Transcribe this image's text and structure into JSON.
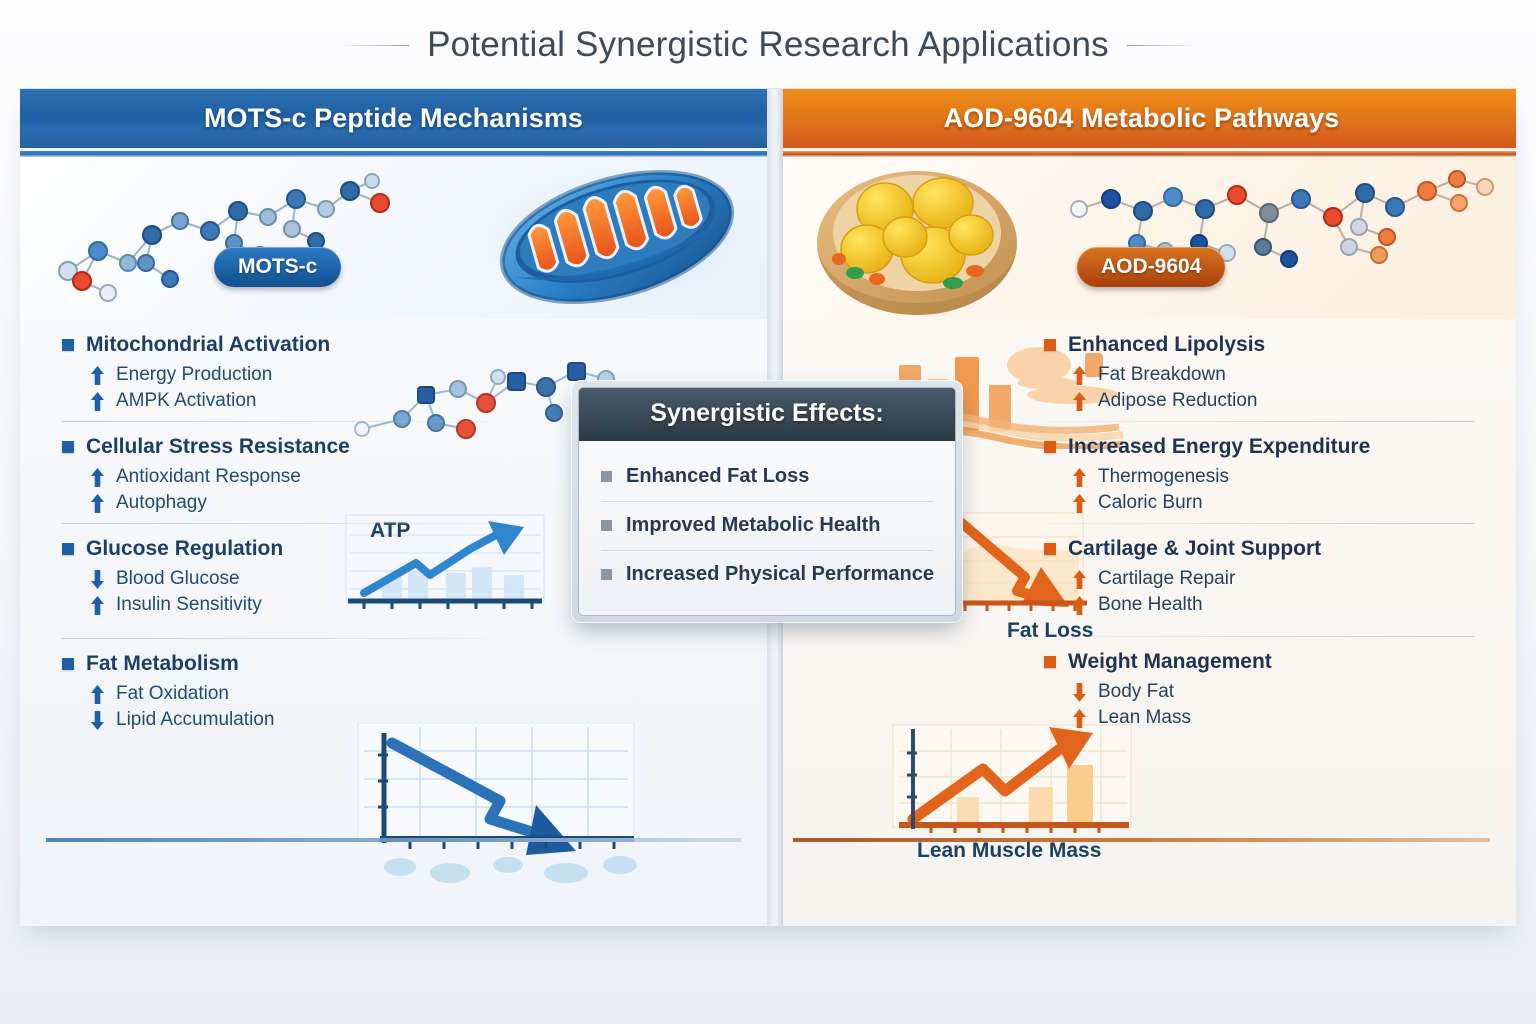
{
  "title": "Potential Synergistic Research Applications",
  "left_column": {
    "header": "MOTS-c Peptide Mechanisms",
    "badge": "MOTS-c",
    "accent_color": "#2a6cb0",
    "chart_label": "ATP",
    "groups": [
      {
        "title": "Mitochondrial Activation",
        "items": [
          {
            "label": "Energy Production",
            "direction": "up"
          },
          {
            "label": "AMPK Activation",
            "direction": "up"
          }
        ]
      },
      {
        "title": "Cellular Stress Resistance",
        "items": [
          {
            "label": "Antioxidant Response",
            "direction": "up"
          },
          {
            "label": "Autophagy",
            "direction": "up"
          }
        ]
      },
      {
        "title": "Glucose Regulation",
        "items": [
          {
            "label": "Blood Glucose",
            "direction": "down"
          },
          {
            "label": "Insulin Sensitivity",
            "direction": "up"
          }
        ]
      },
      {
        "title": "Fat Metabolism",
        "items": [
          {
            "label": "Fat Oxidation",
            "direction": "up"
          },
          {
            "label": "Lipid Accumulation",
            "direction": "down"
          }
        ]
      }
    ]
  },
  "right_column": {
    "header": "AOD-9604 Metabolic Pathways",
    "badge": "AOD-9604",
    "accent_color": "#d4571c",
    "chart_label_top": "Fat Loss",
    "chart_label_bottom": "Lean Muscle Mass",
    "groups": [
      {
        "title": "Enhanced Lipolysis",
        "items": [
          {
            "label": "Fat Breakdown",
            "direction": "up"
          },
          {
            "label": "Adipose Reduction",
            "direction": "up"
          }
        ]
      },
      {
        "title": "Increased Energy Expenditure",
        "items": [
          {
            "label": "Thermogenesis",
            "direction": "up"
          },
          {
            "label": "Caloric Burn",
            "direction": "up"
          }
        ]
      },
      {
        "title": "Cartilage & Joint Support",
        "items": [
          {
            "label": "Cartilage Repair",
            "direction": "up"
          },
          {
            "label": "Bone Health",
            "direction": "up"
          }
        ]
      },
      {
        "title": "Weight Management",
        "items": [
          {
            "label": "Body Fat",
            "direction": "down"
          },
          {
            "label": "Lean Mass",
            "direction": "up"
          }
        ]
      }
    ]
  },
  "synergy": {
    "heading": "Synergistic Effects:",
    "items": [
      "Enhanced Fat Loss",
      "Improved Metabolic Health",
      "Increased Physical Performance"
    ]
  }
}
